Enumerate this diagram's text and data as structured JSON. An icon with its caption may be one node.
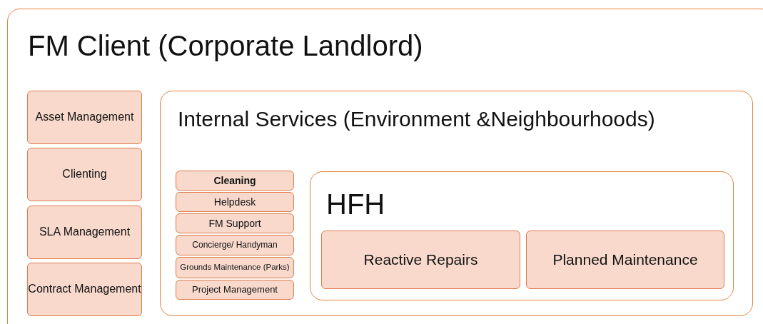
{
  "diagram": {
    "nodes": [
      {
        "text": [
          "FM Client (Corporate Landlord)"
        ]
      },
      {
        "text": [
          "Asset Management"
        ],
        "in": 0
      },
      {
        "text": [
          "Clienting"
        ],
        "in": 0
      },
      {
        "text": [
          "SLA Management"
        ],
        "in": 0
      },
      {
        "text": [
          "Contract Management"
        ],
        "in": 0
      },
      {
        "text": [
          "Internal Services (Environment &Neighbourhoods)"
        ],
        "in": 0
      },
      {
        "text": [
          "Cleaning"
        ],
        "in": 5
      },
      {
        "text": [
          "Helpdesk"
        ],
        "in": 5
      },
      {
        "text": [
          "FM Support"
        ],
        "in": 5
      },
      {
        "text": [
          "Concierge/ Handyman"
        ],
        "in": 5
      },
      {
        "text": [
          "Grounds Maintenance (Parks)"
        ],
        "in": 5
      },
      {
        "text": [
          "Project Management"
        ],
        "in": 5
      },
      {
        "text": [
          "HFH"
        ],
        "in": 5
      },
      {
        "text": [
          "Reactive Repairs"
        ],
        "in": 12
      },
      {
        "text": [
          "Planned Maintenance"
        ],
        "in": 12
      }
    ]
  }
}
